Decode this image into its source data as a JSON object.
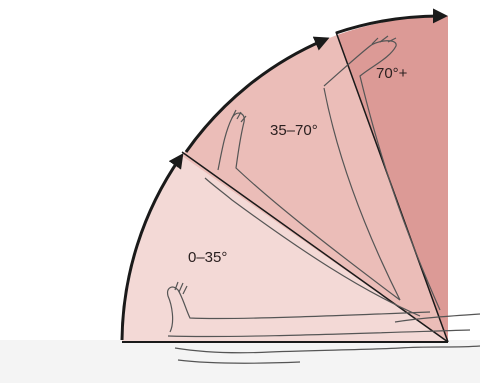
{
  "diagram": {
    "zones": [
      {
        "label": "0–35°",
        "color": "#f3d9d6"
      },
      {
        "label": "35–70°",
        "color": "#ebbdb8"
      },
      {
        "label": "70°+",
        "color": "#dc9a96"
      }
    ],
    "arc_color": "#1a1a1a",
    "background_color": "#ffffff",
    "floor_color": "#f4f4f4"
  }
}
